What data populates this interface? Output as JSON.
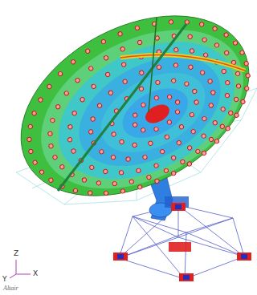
{
  "diagram": {
    "labels": [
      "Z",
      "Y",
      "X",
      "Altair"
    ]
  }
}
